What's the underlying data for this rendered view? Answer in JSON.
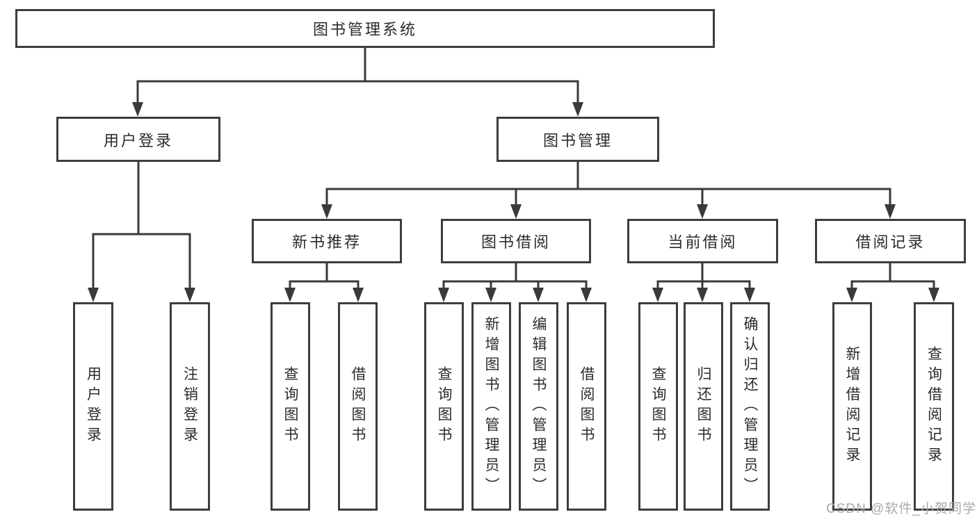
{
  "tree": {
    "label": "图书管理系统",
    "children": [
      {
        "label": "用户登录",
        "children": [
          {
            "label": "用户登录"
          },
          {
            "label": "注销登录"
          }
        ]
      },
      {
        "label": "图书管理",
        "children": [
          {
            "label": "新书推荐",
            "children": [
              {
                "label": "查询图书"
              },
              {
                "label": "借阅图书"
              }
            ]
          },
          {
            "label": "图书借阅",
            "children": [
              {
                "label": "查询图书"
              },
              {
                "label": "新增图书（管理员）"
              },
              {
                "label": "编辑图书（管理员）"
              },
              {
                "label": "借阅图书"
              }
            ]
          },
          {
            "label": "当前借阅",
            "children": [
              {
                "label": "查询图书"
              },
              {
                "label": "归还图书"
              },
              {
                "label": "确认归还（管理员）"
              }
            ]
          },
          {
            "label": "借阅记录",
            "children": [
              {
                "label": "新增借阅记录"
              },
              {
                "label": "查询借阅记录"
              }
            ]
          }
        ]
      }
    ]
  },
  "watermark": {
    "text": "CSDN @软件_小贺同学",
    "color": "#a9a9a9"
  },
  "colors": {
    "background": "#ffffff",
    "line": "#3a3a3a",
    "box_border": "#3d3d3d",
    "text": "#2b2b2b"
  }
}
